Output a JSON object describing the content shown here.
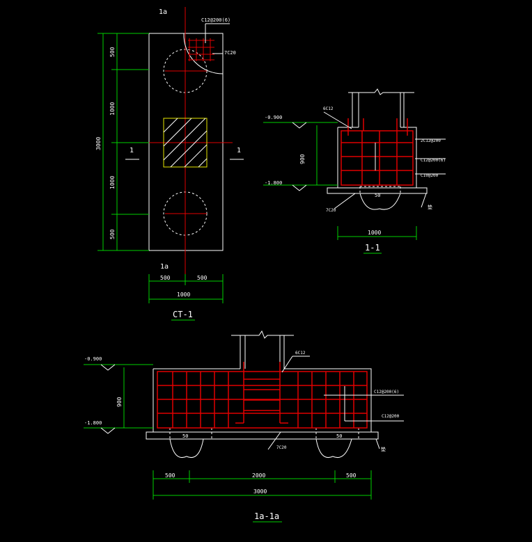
{
  "plan": {
    "section_mark_top": "1a",
    "section_mark_bottom": "1a",
    "section_left": "1",
    "section_right": "1",
    "rebar_label_1": "C12@200(6)",
    "rebar_label_2": "7C20",
    "dim_v_500a": "500",
    "dim_v_1000a": "1000",
    "dim_v_1000b": "1000",
    "dim_v_500b": "500",
    "dim_v_total": "3000",
    "dim_h_500a": "500",
    "dim_h_500b": "500",
    "dim_h_total": "1000",
    "title": "CT-1"
  },
  "section11": {
    "elev_top": "-0.900",
    "elev_bottom": "-1.800",
    "dim_height": "900",
    "label_6c12": "6C12",
    "label_2c12": "2C12@200",
    "label_c12_6": "C12@200(6)",
    "label_c10": "C10@200",
    "label_7c20": "7C20",
    "label_pile": "50",
    "label_bed": "垫",
    "dim_width": "1000",
    "title": "1-1"
  },
  "section1a": {
    "elev_top": "-0.900",
    "elev_bottom": "-1.800",
    "dim_height": "900",
    "label_6c12": "6C12",
    "label_c12_6": "C12@200(6)",
    "label_c12": "C12@200",
    "label_7c20": "7C20",
    "label_pile_l": "50",
    "label_pile_r": "50",
    "label_bed": "垫",
    "dim_500a": "500",
    "dim_2000": "2000",
    "dim_500b": "500",
    "dim_total": "3000",
    "title": "1a-1a"
  },
  "colors": {
    "background": "#000000",
    "outline": "#ffffff",
    "rebar": "#e00000",
    "dimension": "#00d000",
    "column": "#e6e600"
  }
}
